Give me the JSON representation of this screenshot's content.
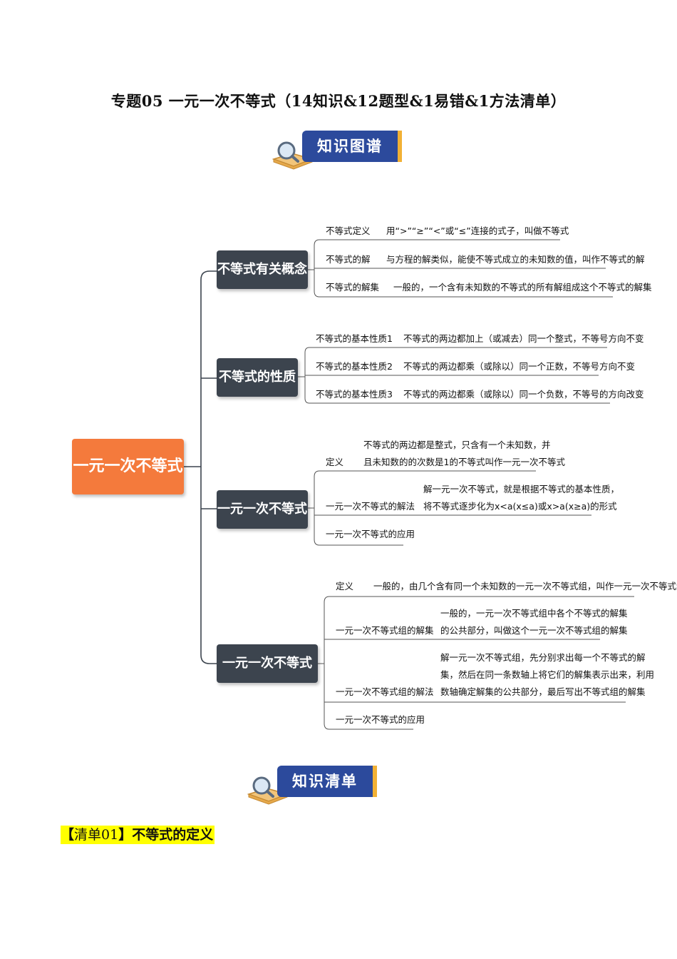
{
  "title": "专题05  一元一次不等式（14知识&12题型&1易错&1方法清单）",
  "banners": {
    "map": "知识图谱",
    "list": "知识清单"
  },
  "mindmap": {
    "root": "一元一次不等式",
    "branches": [
      {
        "label": "不等式有关概念",
        "items": [
          {
            "label": "不等式定义",
            "text": "用“>”“≥”“<”或“≤”连接的式子，叫做不等式"
          },
          {
            "label": "不等式的解",
            "text": "与方程的解类似，能使不等式成立的未知数的值，叫作不等式的解"
          },
          {
            "label": "不等式的解集",
            "text": "一般的，一个含有未知数的不等式的所有解组成这个不等式的解集"
          }
        ]
      },
      {
        "label": "不等式的性质",
        "items": [
          {
            "label": "不等式的基本性质1",
            "text": "不等式的两边都加上（或减去）同一个整式，不等号方向不变"
          },
          {
            "label": "不等式的基本性质2",
            "text": "不等式的两边都乘（或除以）同一个正数，不等号方向不变"
          },
          {
            "label": "不等式的基本性质3",
            "text": "不等式的两边都乘（或除以）同一个负数，不等号的方向改变"
          }
        ]
      },
      {
        "label": "一元一次不等式",
        "items": [
          {
            "label": "定义",
            "text_lines": [
              "不等式的两边都是整式，只含有一个未知数，并",
              "且未知数的的次数是1的不等式叫作一元一次不等式"
            ]
          },
          {
            "label": "一元一次不等式的解法",
            "text_lines": [
              "解一元一次不等式，就是根据不等式的基本性质，",
              "将不等式逐步化为x<a(x≤a)或x>a(x≥a)的形式"
            ]
          },
          {
            "label": "一元一次不等式的应用"
          }
        ]
      },
      {
        "label": "一元一次不等式组",
        "items": [
          {
            "label": "定义",
            "text": "一般的，由几个含有同一个未知数的一元一次不等式组，叫作一元一次不等式组"
          },
          {
            "label": "一元一次不等式组的解集",
            "text_lines": [
              "一般的，一元一次不等式组中各个不等式的解集",
              "的公共部分，叫做这个一元一次不等式组的解集"
            ]
          },
          {
            "label": "一元一次不等式组的解法",
            "text_lines": [
              "解一元一次不等式组，先分别求出每一个不等式的解",
              "集，然后在同一条数轴上将它们的解集表示出来，利用",
              "数轴确定解集的公共部分，最后写出不等式组的解集"
            ]
          },
          {
            "label": "一元一次不等式的应用"
          }
        ]
      }
    ]
  },
  "section": {
    "open": "【",
    "num": "清单01",
    "close": "】",
    "title": "不等式的定义"
  },
  "colors": {
    "root": "#f47a3c",
    "branch": "#3c444e",
    "banner": "#2c4a9c",
    "banner_accent": "#f2b135",
    "highlight": "#ffff00"
  }
}
